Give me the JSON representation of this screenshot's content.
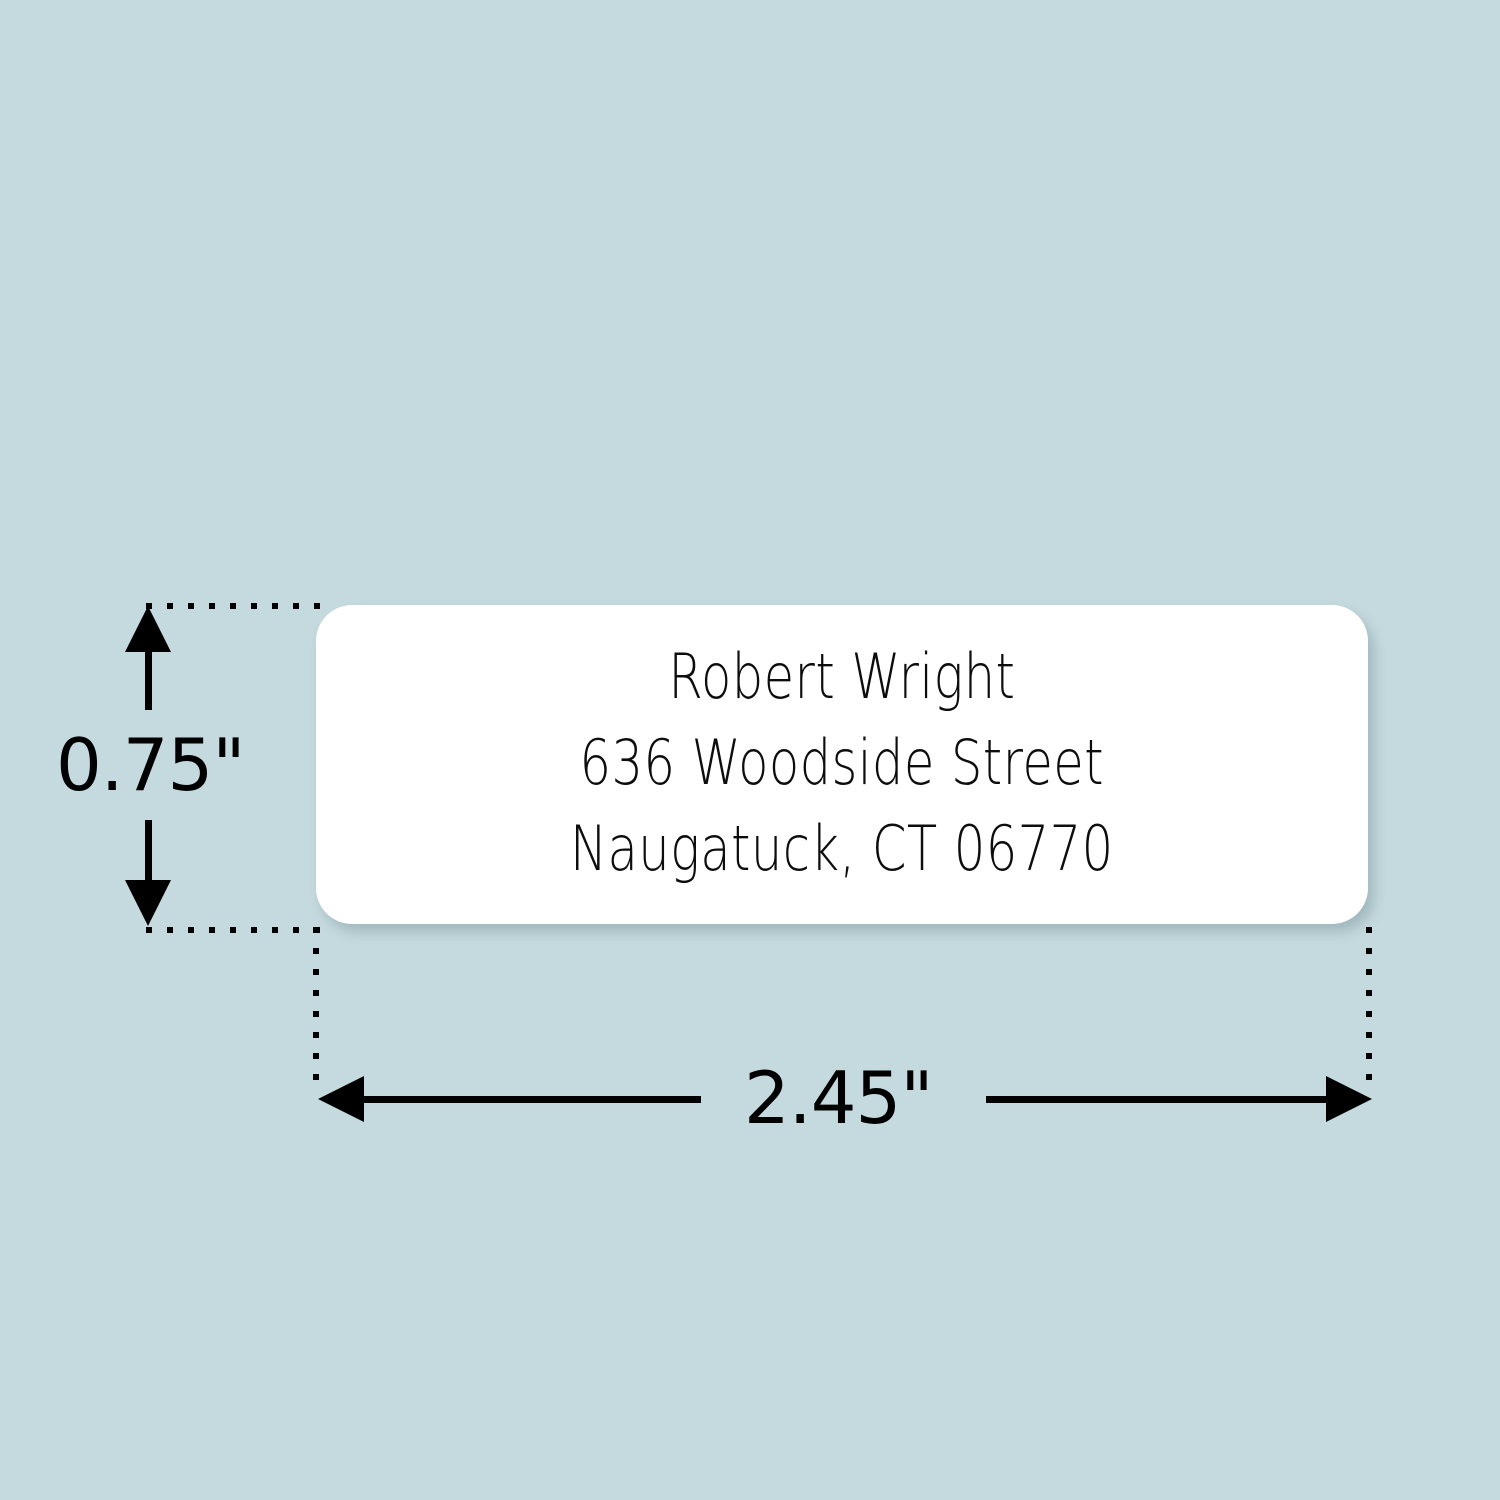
{
  "background_color": "#c5dade",
  "label": {
    "name": "address-label",
    "fill_color": "#ffffff",
    "text_color": "#0d0d0d",
    "lines": [
      "Robert Wright",
      "636 Woodside Street",
      "Naugatuck, CT 06770"
    ]
  },
  "dimensions": {
    "height": {
      "label": "0.75\"",
      "orientation": "vertical",
      "arrow": "double-headed"
    },
    "width": {
      "label": "2.45\"",
      "orientation": "horizontal",
      "arrow": "double-headed"
    }
  },
  "guides": {
    "line_style": "dotted",
    "line_color": "#000000"
  }
}
